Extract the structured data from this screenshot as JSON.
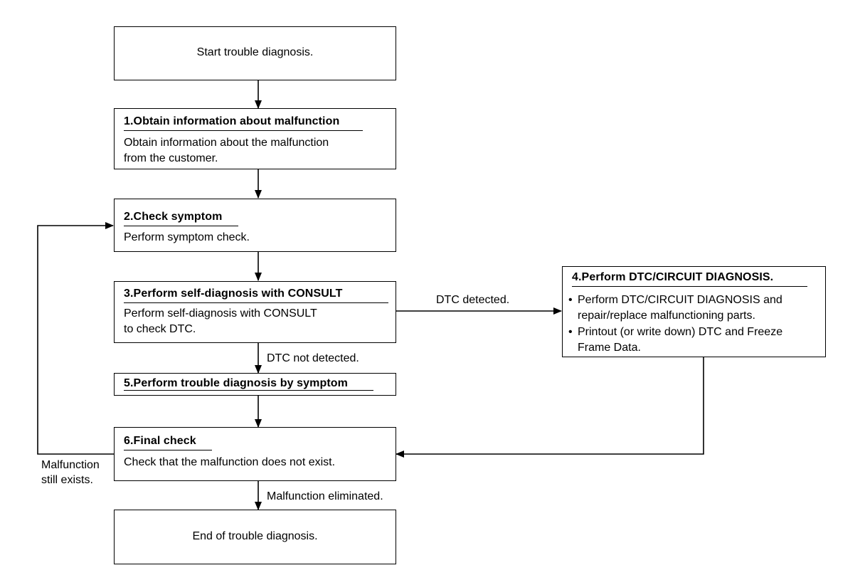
{
  "start": {
    "text": "Start trouble diagnosis."
  },
  "step1": {
    "title": "1.Obtain information about malfunction",
    "line1": "Obtain information about the malfunction",
    "line2": "from the customer."
  },
  "step2": {
    "title": "2.Check symptom",
    "line1": "Perform symptom check."
  },
  "step3": {
    "title": "3.Perform self-diagnosis with CONSULT",
    "line1": "Perform self-diagnosis with CONSULT",
    "line2": "to check DTC."
  },
  "step4": {
    "title": "4.Perform DTC/CIRCUIT DIAGNOSIS.",
    "bullet_char": "•",
    "item1_line1": "Perform DTC/CIRCUIT DIAGNOSIS and",
    "item1_line2": "repair/replace malfunctioning parts.",
    "item2_line1": "Printout (or write down) DTC and Freeze",
    "item2_line2": "Frame Data."
  },
  "step5": {
    "title": "5.Perform trouble diagnosis by symptom"
  },
  "step6": {
    "title": "6.Final check",
    "line1": "Check that the malfunction does not exist."
  },
  "end": {
    "text": "End of trouble diagnosis."
  },
  "labels": {
    "dtc_detected": "DTC detected.",
    "dtc_not_detected": "DTC not detected.",
    "malfunction_line1": "Malfunction",
    "malfunction_line2": "still exists.",
    "malfunction_eliminated": "Malfunction eliminated."
  }
}
